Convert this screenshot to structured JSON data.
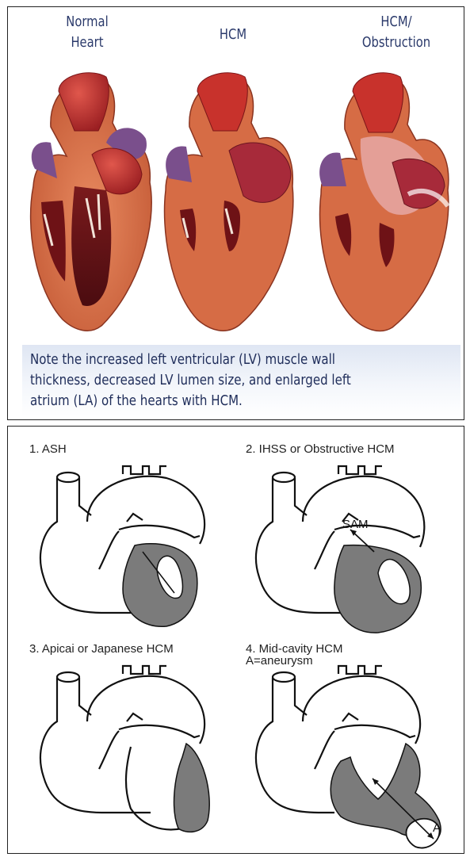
{
  "top_panel": {
    "labels": {
      "normal": [
        "Normal",
        "Heart"
      ],
      "hcm": "HCM",
      "obstruction": [
        "HCM/",
        "Obstruction"
      ]
    },
    "caption": "Note the increased left ventricular (LV) muscle wall thickness, decreased LV lumen size, and enlarged left atrium (LA) of the hearts with HCM."
  },
  "bottom_panel": {
    "diagrams": [
      {
        "label": "1. ASH"
      },
      {
        "label": "2. IHSS or Obstructive HCM",
        "annotation": "SAM"
      },
      {
        "label": "3. Apicai or Japanese HCM"
      },
      {
        "label": "4. Mid-cavity HCM",
        "sublabel": "A=aneurysm",
        "annotation": "A"
      }
    ]
  },
  "colors": {
    "label_text": "#2b3a6b",
    "caption_text": "#1f2d5a",
    "caption_bg": "#dfe6f3",
    "myocardium": "#d8704a",
    "artery_red": "#c8322c",
    "vein_purple": "#7a4f8c",
    "hypertrophy_gray": "#7b7b7b"
  }
}
